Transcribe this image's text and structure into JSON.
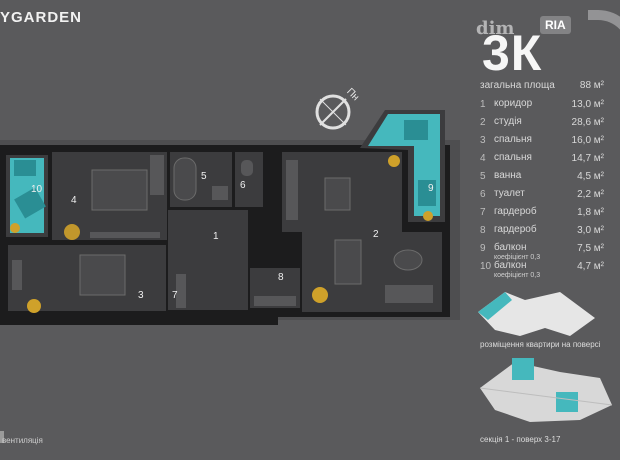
{
  "brand": "YGARDEN",
  "watermark": {
    "text": "dim",
    "ria": "RIA"
  },
  "apartment_type": "3К",
  "compass_label": "Пн",
  "total": {
    "label": "загальна площа",
    "value": "88 м²"
  },
  "rooms": [
    {
      "num": "1",
      "label": "коридор",
      "coef": "",
      "value": "13,0 м²"
    },
    {
      "num": "2",
      "label": "студія",
      "coef": "",
      "value": "28,6 м²"
    },
    {
      "num": "3",
      "label": "спальня",
      "coef": "",
      "value": "16,0 м²"
    },
    {
      "num": "4",
      "label": "спальня",
      "coef": "",
      "value": "14,7 м²"
    },
    {
      "num": "5",
      "label": "ванна",
      "coef": "",
      "value": "4,5 м²"
    },
    {
      "num": "6",
      "label": "туалет",
      "coef": "",
      "value": "2,2 м²"
    },
    {
      "num": "7",
      "label": "гардероб",
      "coef": "",
      "value": "1,8 м²"
    },
    {
      "num": "8",
      "label": "гардероб",
      "coef": "",
      "value": "3,0 м²"
    },
    {
      "num": "9",
      "label": "балкон",
      "coef": "коефіцієнт 0,3",
      "value": "7,5 м²"
    },
    {
      "num": "10",
      "label": "балкон",
      "coef": "коефіцієнт 0,3",
      "value": "4,7 м²"
    }
  ],
  "location_label": "розміщення квартири на поверсі",
  "section_label": "секція 1 - поверх 3-17",
  "legend": {
    "vent": "вентиляція"
  },
  "colors": {
    "background": "#5a5a5c",
    "floor": "#3c3c3e",
    "wall": "#1c1c1d",
    "balcony": "#45b8bd",
    "accent": "#cfa12a"
  }
}
